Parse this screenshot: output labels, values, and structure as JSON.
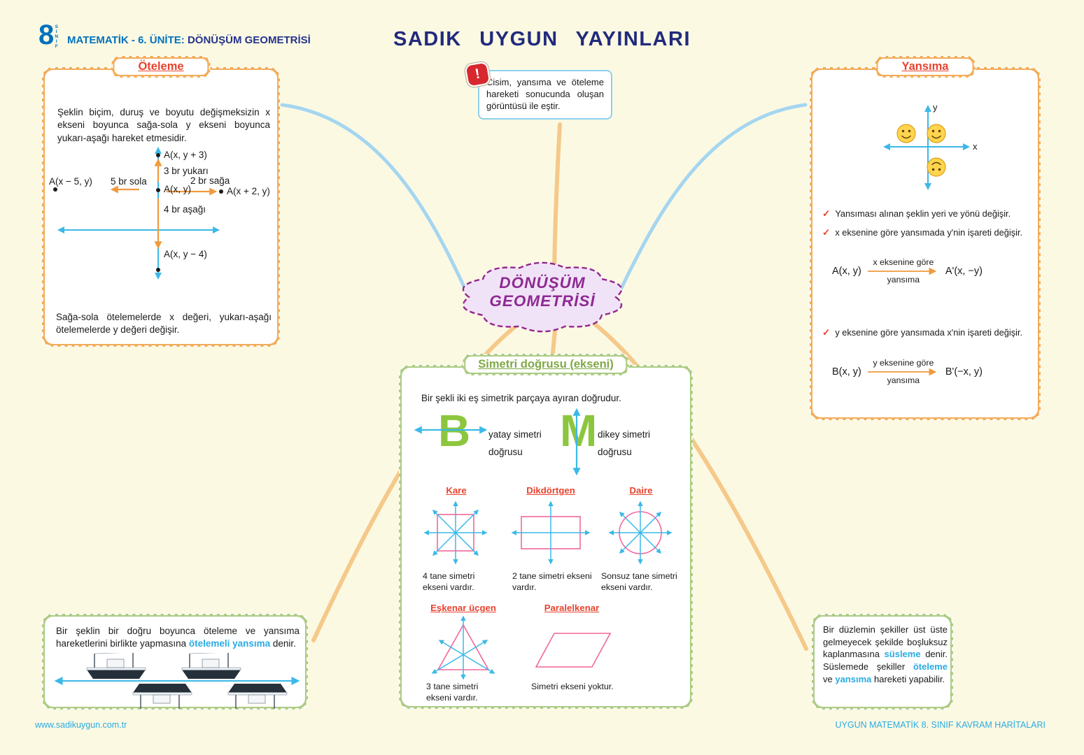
{
  "header": {
    "grade": "8",
    "grade_sub": "SINIF",
    "unit_prefix": "MATEMATİK - 6. ÜNİTE:",
    "unit_title": "DÖNÜŞÜM GEOMETRİSİ",
    "publisher": "SADIK UYGUN YAYINLARI"
  },
  "center": {
    "cloud_line1": "DÖNÜŞÜM",
    "cloud_line2": "GEOMETRİSİ",
    "warning_icon": "!",
    "note": "Cisim, yansıma ve öteleme hareketi sonucunda oluşan görüntüsü ile eştir."
  },
  "oteleme": {
    "title": "Öteleme",
    "intro": "Şeklin biçim, duruş ve boyutu değişmeksizin x ekseni boyunca sağa-sola y ekseni boyunca yukarı-aşağı hareket etmesidir.",
    "diagram": {
      "top_point": "A(x, y + 3)",
      "up_label": "3 br yukarı",
      "left_point": "A(x − 5, y)",
      "left_label": "5 br sola",
      "center_point": "A(x, y)",
      "right_label": "2 br sağa",
      "right_point": "A(x + 2, y)",
      "down_label": "4 br aşağı",
      "bottom_point": "A(x, y − 4)"
    },
    "outro": "Sağa-sola ötelemelerde x değeri, yukarı-aşağı ötelemelerde y değeri değişir."
  },
  "yansima": {
    "title": "Yansıma",
    "axis_x": "x",
    "axis_y": "y",
    "check1": "Yansıması alınan şeklin yeri ve yönü değişir.",
    "check2": "x eksenine göre yansımada y'nin işareti değişir.",
    "check3": "y eksenine göre yansımada x'nin işareti değişir.",
    "formula1": {
      "from": "A(x, y)",
      "over": "x eksenine göre",
      "under": "yansıma",
      "to": "A'(x, −y)"
    },
    "formula2": {
      "from": "B(x, y)",
      "over": "y eksenine göre",
      "under": "yansıma",
      "to": "B'(−x, y)"
    }
  },
  "simetri": {
    "title": "Simetri doğrusu (ekseni)",
    "intro": "Bir şekli iki eş simetrik parçaya ayıran doğrudur.",
    "letter_b": "B",
    "b_caption1": "yatay simetri",
    "b_caption2": "doğrusu",
    "letter_m": "M",
    "m_caption1": "dikey simetri",
    "m_caption2": "doğrusu",
    "shapes": [
      {
        "name": "Kare",
        "caption": "4 tane simetri ekseni vardır."
      },
      {
        "name": "Dikdörtgen",
        "caption": "2 tane simetri ekseni vardır."
      },
      {
        "name": "Daire",
        "caption": "Sonsuz tane simetri ekseni vardır."
      },
      {
        "name": "Eşkenar üçgen",
        "caption": "3 tane simetri ekseni vardır."
      },
      {
        "name": "Paralelkenar",
        "caption": "Simetri ekseni yoktur."
      }
    ]
  },
  "otelemeli_yansima": {
    "text_before": "Bir şeklin bir doğru boyunca öteleme ve yansıma hareketlerini birlikte yapmasına ",
    "highlight": "ötelemeli yansıma",
    "text_after": " denir."
  },
  "susleme": {
    "seg1": "Bir düzlemin şekiller üst üste gelmeyecek şekilde boşluksuz kaplanmasına ",
    "hl1": "süsleme",
    "seg2": " denir. Süslemede şekiller ",
    "hl2": "öteleme",
    "seg3": " ve ",
    "hl3": "yansıma",
    "seg4": " hareketi yapabilir."
  },
  "footer": {
    "left": "www.sadikuygun.com.tr",
    "right": "UYGUN MATEMATİK 8. SINIF KAVRAM HARİTALARI"
  },
  "colors": {
    "accent_orange": "#F2AC57",
    "accent_green": "#ACCB83",
    "cyan": "#29ABE2",
    "red": "#E8432E",
    "purple": "#93278F",
    "navy": "#212A7C"
  }
}
